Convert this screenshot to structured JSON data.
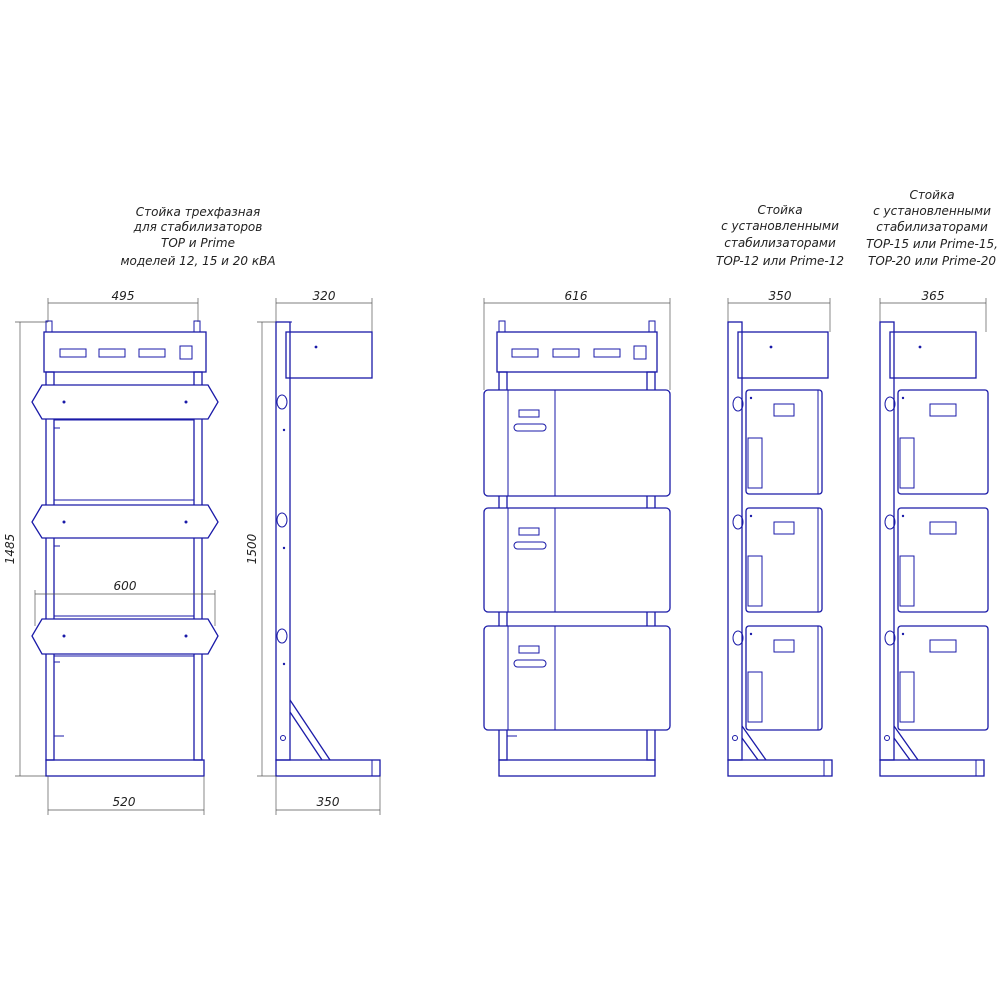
{
  "captions": {
    "rack": [
      "Стойка трехфазная",
      "для стабилизаторов",
      "TOP и Prime",
      "моделей 12, 15 и 20 кВА"
    ],
    "side12": [
      "Стойка",
      "с установленными",
      "стабилизаторами",
      "TOP-12 или Prime-12"
    ],
    "side1520": [
      "Стойка",
      "с установленными",
      "стабилизаторами",
      "TOP-15 или Prime-15,",
      "TOP-20 или Prime-20"
    ]
  },
  "dimensions": {
    "rack_top_width": "495",
    "rack_height": "1485",
    "rack_shelf_width": "600",
    "rack_base_width": "520",
    "side_top_width": "320",
    "side_height": "1500",
    "side_base_width": "350",
    "assembled_width": "616",
    "side12_width": "350",
    "side1520_width": "365"
  },
  "colors": {
    "line": "#1a1aa8",
    "dimension": "#555555",
    "text": "#222222"
  }
}
